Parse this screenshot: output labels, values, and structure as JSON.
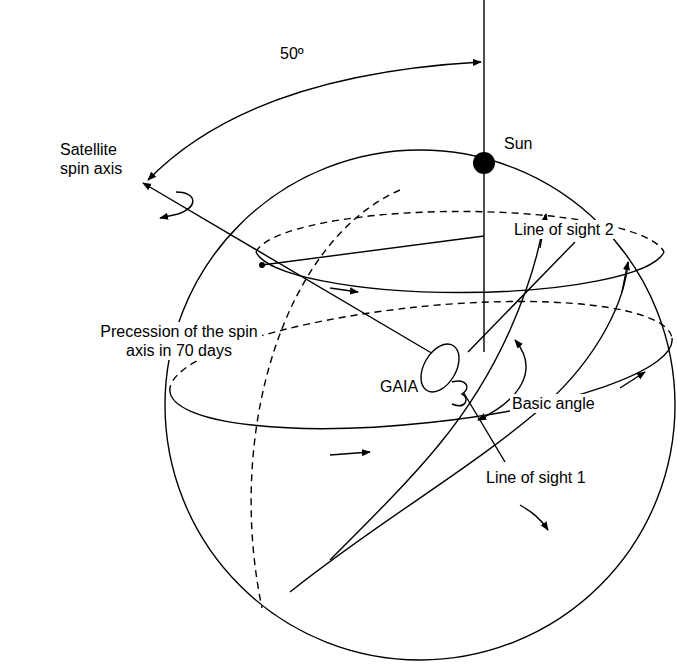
{
  "diagram": {
    "labels": [
      "50º",
      "Sun",
      "Satellite spin axis",
      "Line of sight 2",
      "Precession of the spin axis in 70 days",
      "GAIA",
      "Basic angle",
      "Line of sight 1"
    ]
  }
}
